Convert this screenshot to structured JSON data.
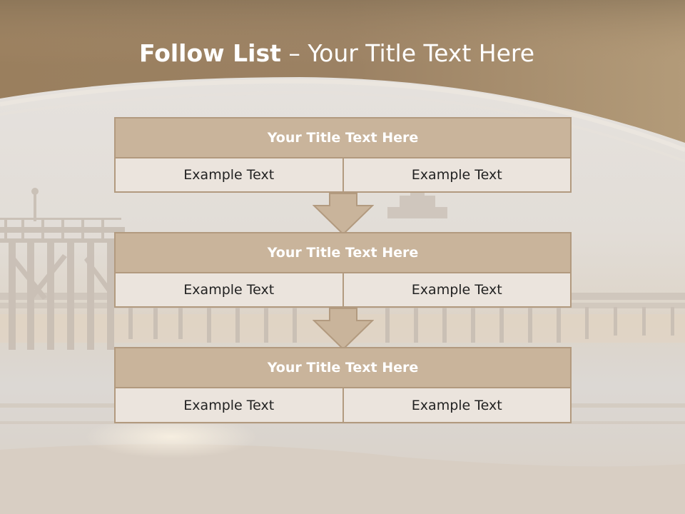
{
  "slide": {
    "title_bold": "Follow List",
    "title_rest": " – Your Title Text Here"
  },
  "steps": [
    {
      "title": "Your Title Text Here",
      "left": "Example Text",
      "right": "Example Text"
    },
    {
      "title": "Your Title Text Here",
      "left": "Example Text",
      "right": "Example Text"
    },
    {
      "title": "Your Title Text Here",
      "left": "Example Text",
      "right": "Example Text"
    }
  ],
  "colors": {
    "header_band": "#a58a68",
    "box_header": "#c9b49b",
    "box_border": "#b29a7f",
    "box_cell": "#ebe4dd",
    "arrow_fill": "#c9b49b"
  }
}
